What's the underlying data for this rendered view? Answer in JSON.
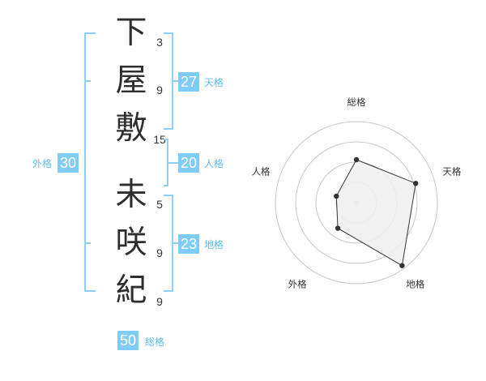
{
  "name": {
    "surname": [
      {
        "char": "下",
        "strokes": "3"
      },
      {
        "char": "屋",
        "strokes": "9"
      },
      {
        "char": "敷",
        "strokes": "15"
      }
    ],
    "given": [
      {
        "char": "未",
        "strokes": "5"
      },
      {
        "char": "咲",
        "strokes": "9"
      },
      {
        "char": "紀",
        "strokes": "9"
      }
    ]
  },
  "fortune": {
    "tenkaku": {
      "value": "27",
      "label": "天格"
    },
    "jinkaku": {
      "value": "20",
      "label": "人格"
    },
    "chikaku": {
      "value": "23",
      "label": "地格"
    },
    "gaikaku": {
      "value": "30",
      "label": "外格"
    },
    "soukaku": {
      "value": "50",
      "label": "総格"
    }
  },
  "radar": {
    "axes": [
      "総格",
      "天格",
      "地格",
      "外格",
      "人格"
    ],
    "values": [
      0.53,
      0.77,
      0.96,
      0.39,
      0.26
    ],
    "scale_levels": 4,
    "colors": {
      "fill": "#eeeeee",
      "stroke": "#333333",
      "grid": "#c8c8c8"
    }
  },
  "colors": {
    "accent": "#7fcdf7",
    "accent_text": "#5fbdf0"
  }
}
